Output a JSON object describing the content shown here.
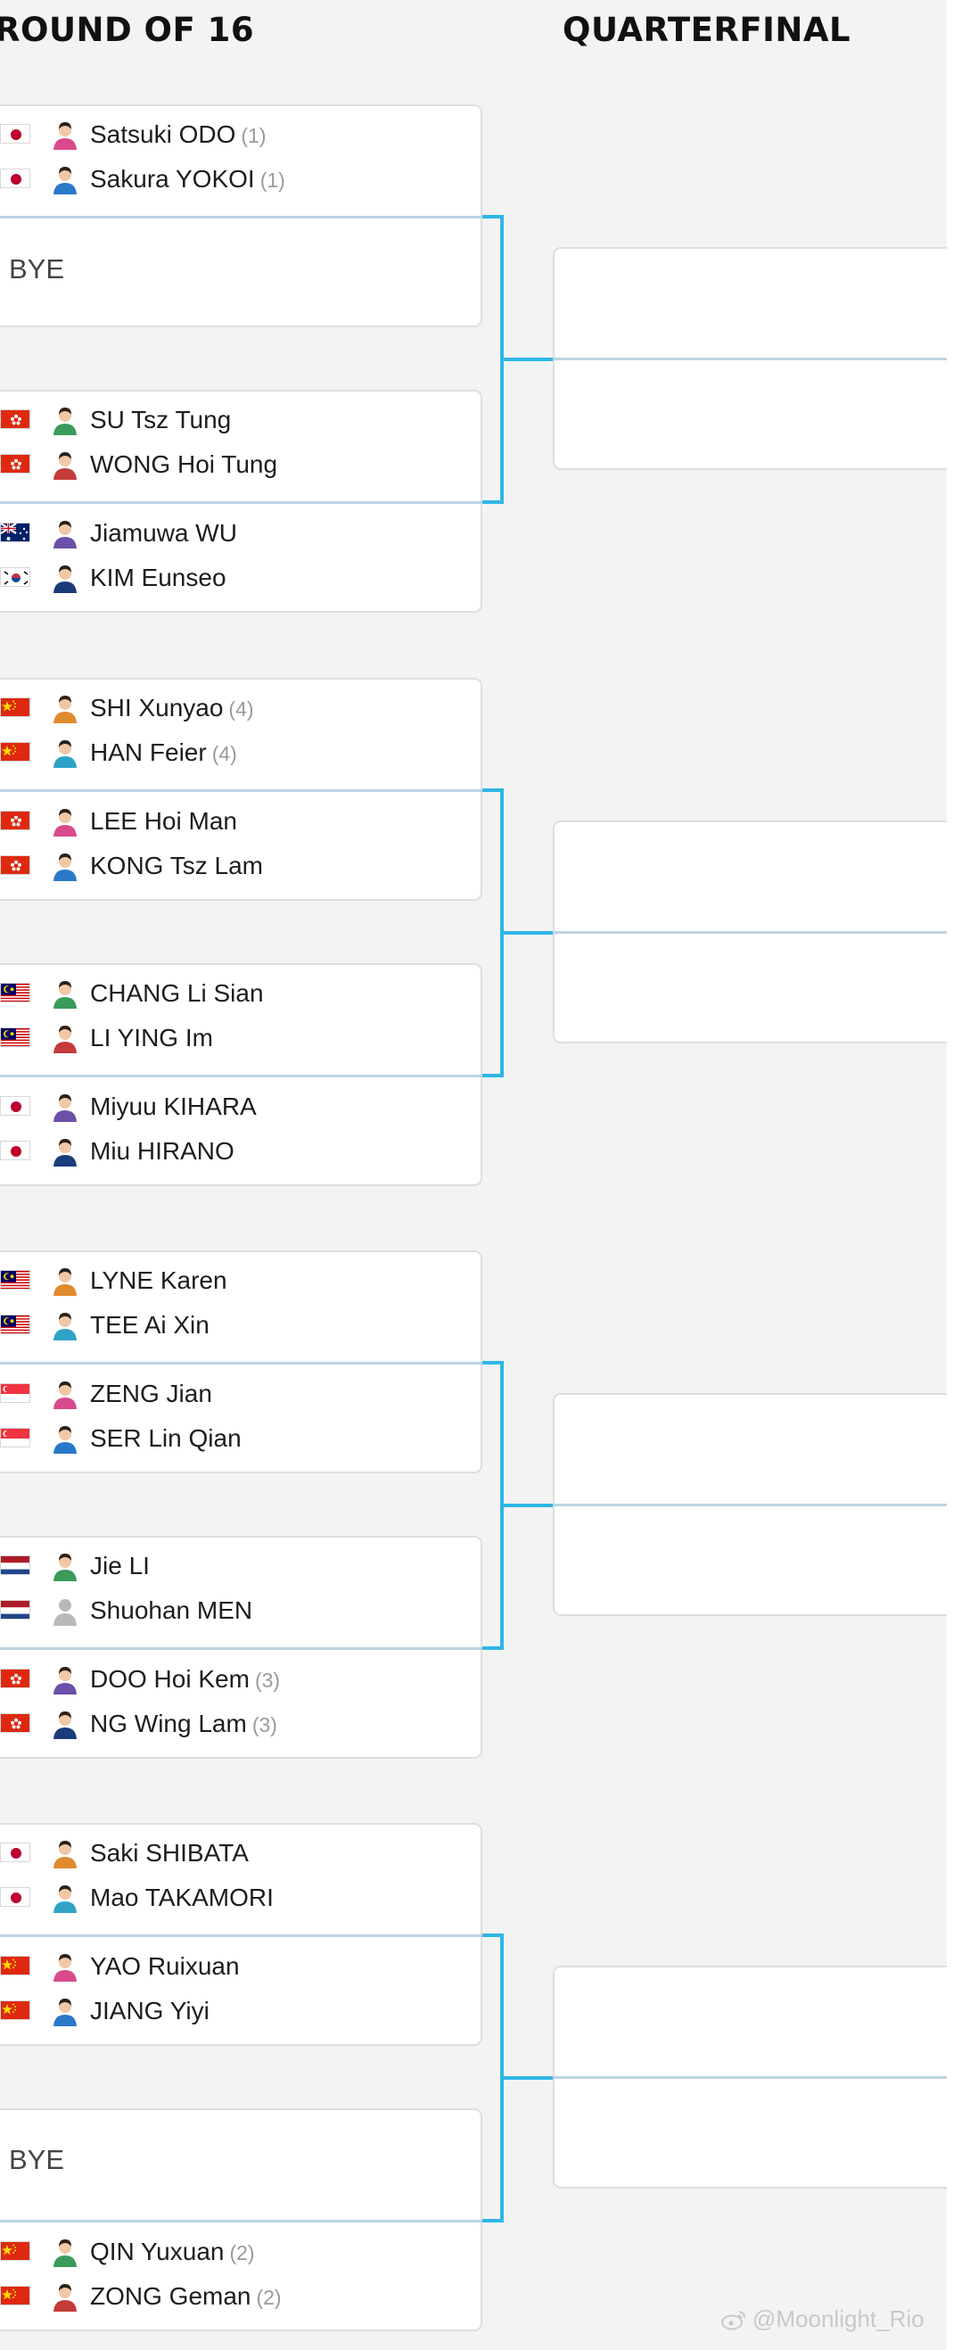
{
  "rounds": {
    "r16": "ROUND OF 16",
    "qf": "QUARTERFINAL"
  },
  "pairs": [
    {
      "players": [
        {
          "name": "Satsuki ODO",
          "seed": "(1)",
          "flag": "japan"
        },
        {
          "name": "Sakura YOKOI",
          "seed": "(1)",
          "flag": "japan"
        }
      ]
    },
    {
      "bye": "BYE"
    },
    {
      "players": [
        {
          "name": "SU Tsz Tung",
          "seed": "",
          "flag": "hongkong"
        },
        {
          "name": "WONG Hoi Tung",
          "seed": "",
          "flag": "hongkong"
        }
      ]
    },
    {
      "players": [
        {
          "name": "Jiamuwa WU",
          "seed": "",
          "flag": "australia"
        },
        {
          "name": "KIM Eunseo",
          "seed": "",
          "flag": "korea"
        }
      ]
    },
    {
      "players": [
        {
          "name": "SHI Xunyao",
          "seed": "(4)",
          "flag": "china"
        },
        {
          "name": "HAN Feier",
          "seed": "(4)",
          "flag": "china"
        }
      ]
    },
    {
      "players": [
        {
          "name": "LEE Hoi Man",
          "seed": "",
          "flag": "hongkong"
        },
        {
          "name": "KONG Tsz Lam",
          "seed": "",
          "flag": "hongkong"
        }
      ]
    },
    {
      "players": [
        {
          "name": "CHANG Li Sian",
          "seed": "",
          "flag": "malaysia"
        },
        {
          "name": "LI YING Im",
          "seed": "",
          "flag": "malaysia"
        }
      ]
    },
    {
      "players": [
        {
          "name": "Miyuu KIHARA",
          "seed": "",
          "flag": "japan"
        },
        {
          "name": "Miu HIRANO",
          "seed": "",
          "flag": "japan"
        }
      ]
    },
    {
      "players": [
        {
          "name": "LYNE Karen",
          "seed": "",
          "flag": "malaysia"
        },
        {
          "name": "TEE Ai Xin",
          "seed": "",
          "flag": "malaysia"
        }
      ]
    },
    {
      "players": [
        {
          "name": "ZENG Jian",
          "seed": "",
          "flag": "singapore"
        },
        {
          "name": "SER Lin Qian",
          "seed": "",
          "flag": "singapore"
        }
      ]
    },
    {
      "players": [
        {
          "name": "Jie LI",
          "seed": "",
          "flag": "netherlands"
        },
        {
          "name": "Shuohan MEN",
          "seed": "",
          "flag": "netherlands"
        }
      ]
    },
    {
      "players": [
        {
          "name": "DOO Hoi Kem",
          "seed": "(3)",
          "flag": "hongkong"
        },
        {
          "name": "NG Wing Lam",
          "seed": "(3)",
          "flag": "hongkong"
        }
      ]
    },
    {
      "players": [
        {
          "name": "Saki SHIBATA",
          "seed": "",
          "flag": "japan"
        },
        {
          "name": "Mao TAKAMORI",
          "seed": "",
          "flag": "japan"
        }
      ]
    },
    {
      "players": [
        {
          "name": "YAO Ruixuan",
          "seed": "",
          "flag": "china"
        },
        {
          "name": "JIANG Yiyi",
          "seed": "",
          "flag": "china"
        }
      ]
    },
    {
      "bye": "BYE"
    },
    {
      "players": [
        {
          "name": "QIN Yuxuan",
          "seed": "(2)",
          "flag": "china"
        },
        {
          "name": "ZONG Geman",
          "seed": "(2)",
          "flag": "china"
        }
      ]
    }
  ],
  "quarterfinal_slots": 4,
  "watermark": "@Moonlight_Rio",
  "colors": {
    "bracket_line": "#2fb6e6",
    "divider": "#bcd4e2",
    "background": "#f3f3f3",
    "seed": "#9a9a9a"
  }
}
